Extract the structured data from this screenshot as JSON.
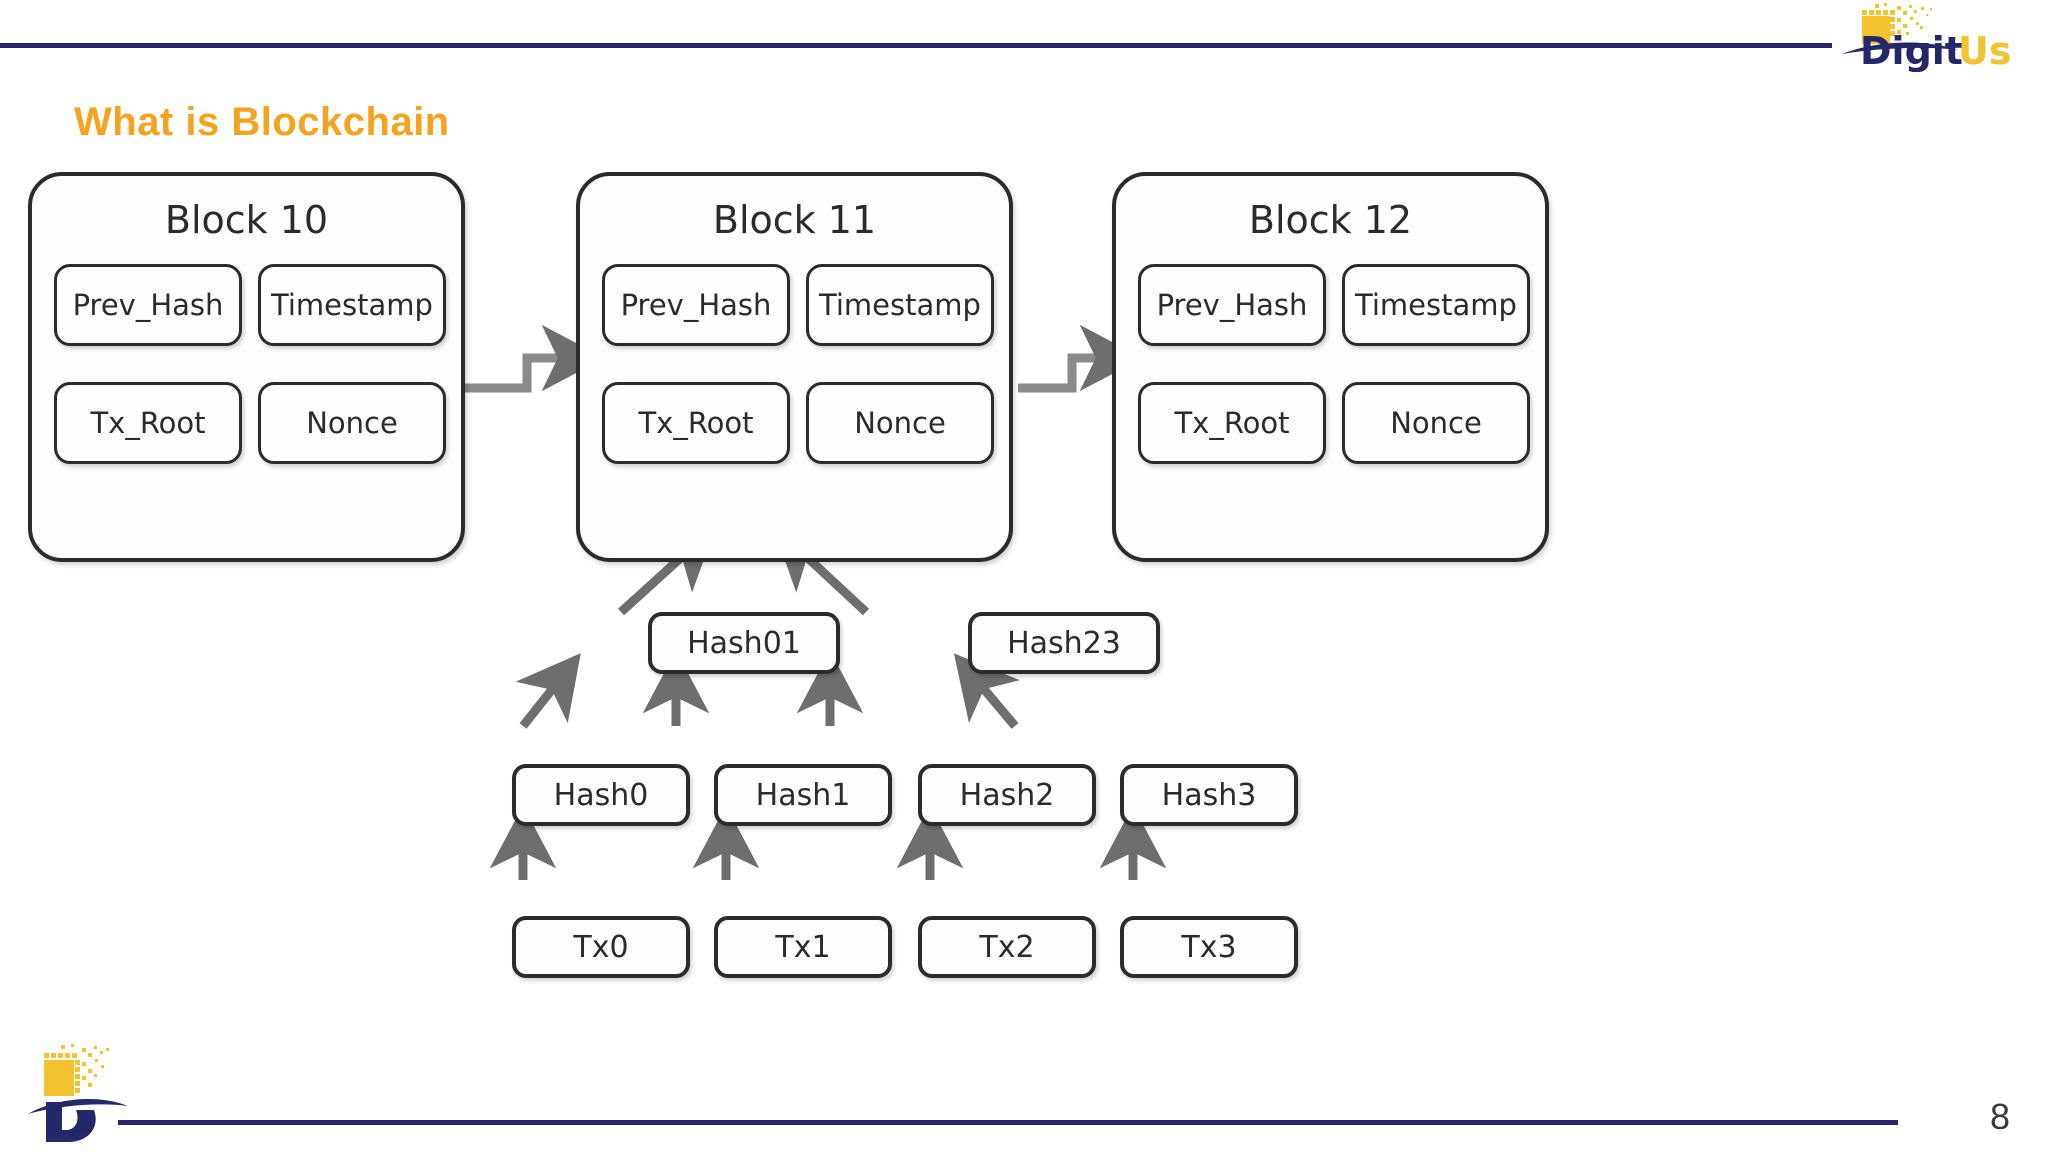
{
  "slide": {
    "title": "What is Blockchain",
    "page_number": "8",
    "title_color": "#F5A21E",
    "rule_color": "#25276b"
  },
  "brand": {
    "name": "DigitUs",
    "name_part_1": "Digit",
    "name_part_2": "Us",
    "navy": "#25276b",
    "gold": "#F2C230"
  },
  "blocks": [
    {
      "title": "Block 10",
      "fields": [
        {
          "label": "Prev_Hash"
        },
        {
          "label": "Timestamp"
        },
        {
          "label": "Tx_Root"
        },
        {
          "label": "Nonce"
        }
      ]
    },
    {
      "title": "Block 11",
      "fields": [
        {
          "label": "Prev_Hash"
        },
        {
          "label": "Timestamp"
        },
        {
          "label": "Tx_Root"
        },
        {
          "label": "Nonce"
        }
      ]
    },
    {
      "title": "Block 12",
      "fields": [
        {
          "label": "Prev_Hash"
        },
        {
          "label": "Timestamp"
        },
        {
          "label": "Tx_Root"
        },
        {
          "label": "Nonce"
        }
      ]
    }
  ],
  "merkle": {
    "level_hash_pairs": [
      {
        "label": "Hash01"
      },
      {
        "label": "Hash23"
      }
    ],
    "level_hash_leaves": [
      {
        "label": "Hash0"
      },
      {
        "label": "Hash1"
      },
      {
        "label": "Hash2"
      },
      {
        "label": "Hash3"
      }
    ],
    "level_transactions": [
      {
        "label": "Tx0"
      },
      {
        "label": "Tx1"
      },
      {
        "label": "Tx2"
      },
      {
        "label": "Tx3"
      }
    ]
  },
  "icons": {
    "brand_mark": "digitus-logo-icon",
    "chain_link_arrow": "chain-arrow-icon",
    "merkle_arrow": "merkle-arrow-icon"
  }
}
